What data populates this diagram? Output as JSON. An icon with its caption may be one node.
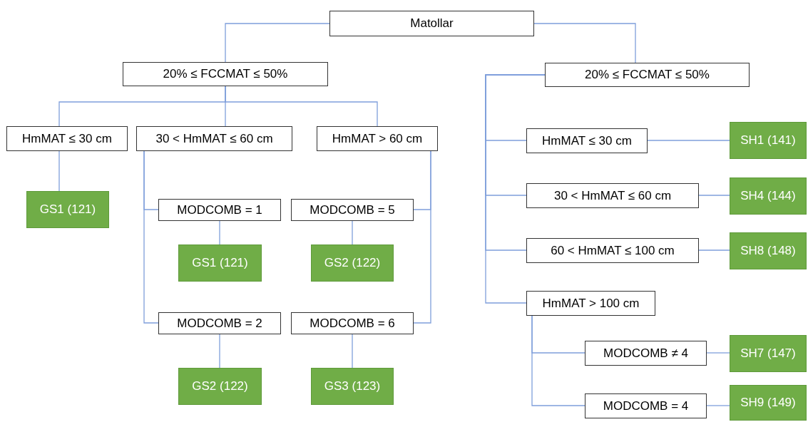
{
  "diagram": {
    "nodes": [
      {
        "text": [
          "Matollar"
        ]
      },
      {
        "text": [
          "20% ≤ FCCMAT ≤ 50%"
        ]
      },
      {
        "text": [
          "20% ≤ FCCMAT ≤ 50%"
        ]
      },
      {
        "text": [
          "HmMAT ≤ 30 cm"
        ]
      },
      {
        "text": [
          "30 < HmMAT ≤ 60 cm"
        ]
      },
      {
        "text": [
          "HmMAT > 60 cm"
        ]
      },
      {
        "text": [
          "GS1 (121)"
        ]
      },
      {
        "text": [
          "MODCOMB = 1"
        ]
      },
      {
        "text": [
          "MODCOMB = 5"
        ]
      },
      {
        "text": [
          "GS1 (121)"
        ]
      },
      {
        "text": [
          "GS2 (122)"
        ]
      },
      {
        "text": [
          "MODCOMB = 2"
        ]
      },
      {
        "text": [
          "MODCOMB = 6"
        ]
      },
      {
        "text": [
          "GS2 (122)"
        ]
      },
      {
        "text": [
          "GS3 (123)"
        ]
      },
      {
        "text": [
          "HmMAT ≤ 30 cm"
        ]
      },
      {
        "text": [
          "SH1 (141)"
        ]
      },
      {
        "text": [
          "30 < HmMAT ≤ 60 cm"
        ]
      },
      {
        "text": [
          "SH4 (144)"
        ]
      },
      {
        "text": [
          "60 < HmMAT ≤ 100 cm"
        ]
      },
      {
        "text": [
          "SH8 (148)"
        ]
      },
      {
        "text": [
          "HmMAT > 100 cm"
        ]
      },
      {
        "text": [
          "MODCOMB ≠ 4"
        ]
      },
      {
        "text": [
          "SH7 (147)"
        ]
      },
      {
        "text": [
          "MODCOMB = 4"
        ]
      },
      {
        "text": [
          "SH9 (149)"
        ]
      }
    ],
    "edges": [
      {
        "from": 0,
        "to": 1,
        "arrow": "none"
      },
      {
        "from": 0,
        "to": 2,
        "arrow": "none"
      },
      {
        "from": 1,
        "to": 3,
        "arrow": "none"
      },
      {
        "from": 1,
        "to": 4,
        "arrow": "none"
      },
      {
        "from": 1,
        "to": 5,
        "arrow": "none"
      },
      {
        "from": 3,
        "to": 6,
        "arrow": "none"
      },
      {
        "from": 4,
        "to": 7,
        "arrow": "none"
      },
      {
        "from": 4,
        "to": 11,
        "arrow": "none"
      },
      {
        "from": 5,
        "to": 8,
        "arrow": "none"
      },
      {
        "from": 5,
        "to": 12,
        "arrow": "none"
      },
      {
        "from": 7,
        "to": 9,
        "arrow": "none"
      },
      {
        "from": 8,
        "to": 10,
        "arrow": "none"
      },
      {
        "from": 11,
        "to": 13,
        "arrow": "none"
      },
      {
        "from": 12,
        "to": 14,
        "arrow": "none"
      },
      {
        "from": 2,
        "to": 15,
        "arrow": "none"
      },
      {
        "from": 2,
        "to": 17,
        "arrow": "none"
      },
      {
        "from": 2,
        "to": 19,
        "arrow": "none"
      },
      {
        "from": 2,
        "to": 21,
        "arrow": "none"
      },
      {
        "from": 15,
        "to": 16,
        "arrow": "none"
      },
      {
        "from": 17,
        "to": 18,
        "arrow": "none"
      },
      {
        "from": 19,
        "to": 20,
        "arrow": "none"
      },
      {
        "from": 21,
        "to": 22,
        "arrow": "none"
      },
      {
        "from": 21,
        "to": 24,
        "arrow": "none"
      },
      {
        "from": 22,
        "to": 23,
        "arrow": "none"
      },
      {
        "from": 24,
        "to": 25,
        "arrow": "none"
      }
    ]
  }
}
